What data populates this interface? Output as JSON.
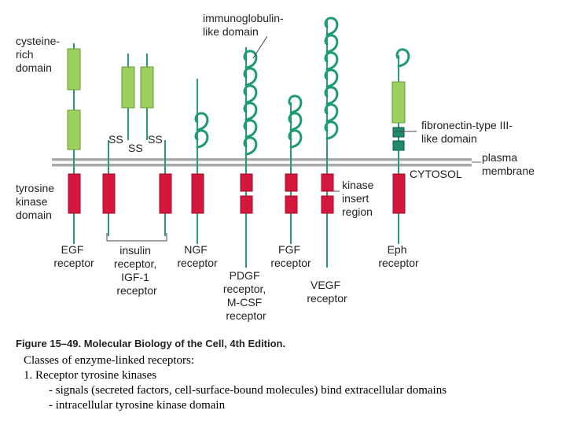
{
  "labels": {
    "cysteine_rich": [
      "cysteine-",
      "rich",
      "domain"
    ],
    "immunoglobulin": [
      "immunoglobulin-",
      "like domain"
    ],
    "tyrosine_kinase": [
      "tyrosine",
      "kinase",
      "domain"
    ],
    "fibronectin": [
      "fibronectin-type III-",
      "like domain"
    ],
    "plasma_membrane": [
      "plasma",
      "membrane"
    ],
    "cytosol": "CYTOSOL",
    "kinase_insert": [
      "kinase",
      "insert",
      "region"
    ],
    "ss": "SS"
  },
  "receptors": {
    "egf": [
      "EGF",
      "receptor"
    ],
    "insulin": [
      "insulin",
      "receptor,",
      "IGF-1",
      "receptor"
    ],
    "ngf": [
      "NGF",
      "receptor"
    ],
    "pdgf": [
      "PDGF",
      "receptor,",
      "M-CSF",
      "receptor"
    ],
    "fgf": [
      "FGF",
      "receptor"
    ],
    "vegf": [
      "VEGF",
      "receptor"
    ],
    "eph": [
      "Eph",
      "receptor"
    ]
  },
  "caption": "Figure 15–49. Molecular Biology of the Cell, 4th Edition.",
  "notes": {
    "line1": "Classes of enzyme-linked receptors:",
    "line2": "1. Receptor tyrosine kinases",
    "line3": "- signals (secreted factors, cell-surface-bound molecules) bind extracellular domains",
    "line4": "- intracellular tyrosine kinase domain"
  },
  "colors": {
    "cysteine_domain": "#9bcf5e",
    "kinase_domain": "#d5173d",
    "ig_domain": "#1e9b72",
    "fibronectin_domain": "#1e8c6c",
    "membrane": "#a9a9a9"
  }
}
